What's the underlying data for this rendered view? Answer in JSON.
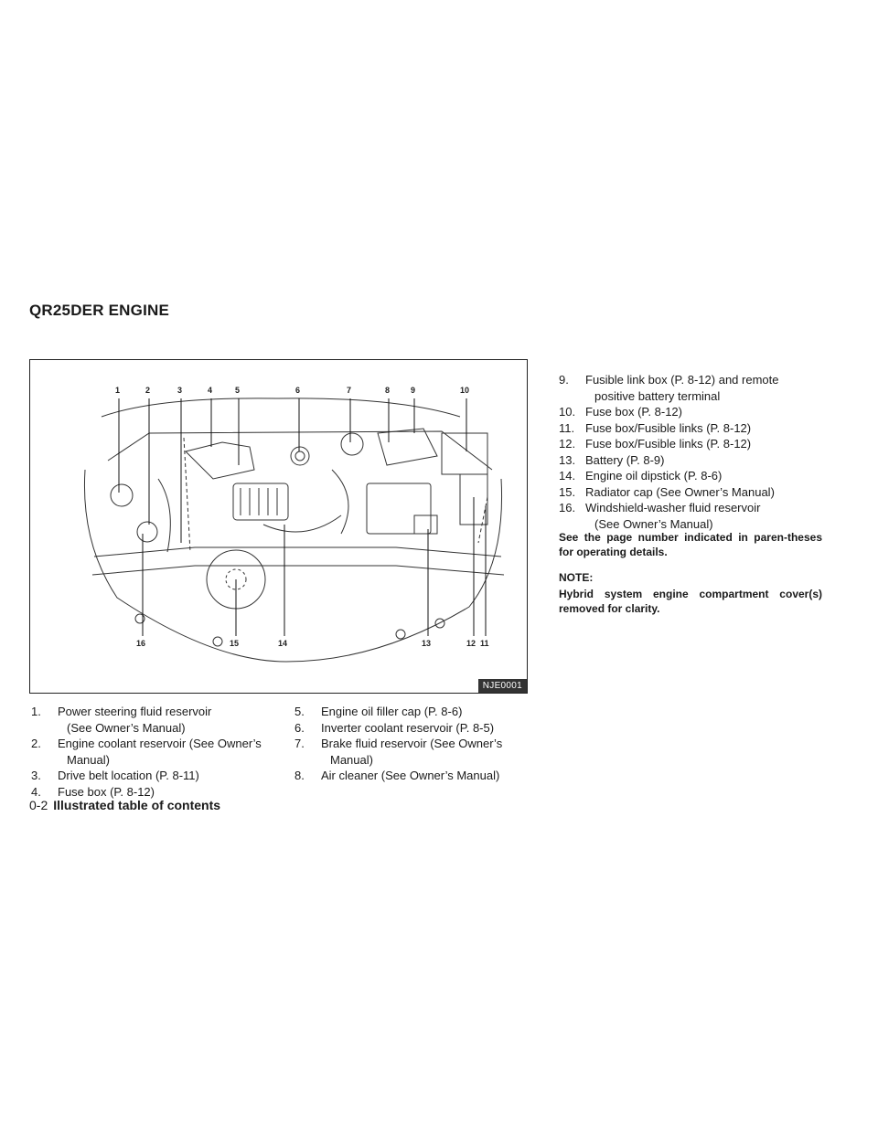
{
  "section": {
    "title": "QR25DER ENGINE"
  },
  "figure": {
    "code": "NJE0001",
    "callouts_top": [
      "1",
      "2",
      "3",
      "4",
      "5",
      "6",
      "7",
      "8",
      "9",
      "10"
    ],
    "callouts_bottom": [
      "16",
      "15",
      "14",
      "13",
      "12",
      "11"
    ]
  },
  "list_col1": [
    {
      "num": "1.",
      "text": "Power steering fluid reservoir",
      "cont": "(See Owner’s Manual)"
    },
    {
      "num": "2.",
      "text": "Engine coolant reservoir (See Owner’s",
      "cont": "Manual)"
    },
    {
      "num": "3.",
      "text": "Drive belt location (P. 8-11)",
      "cont": ""
    },
    {
      "num": "4.",
      "text": "Fuse box (P. 8-12)",
      "cont": ""
    }
  ],
  "list_col2": [
    {
      "num": "5.",
      "text": "Engine oil filler cap (P. 8-6)",
      "cont": ""
    },
    {
      "num": "6.",
      "text": "Inverter coolant reservoir (P. 8-5)",
      "cont": ""
    },
    {
      "num": "7.",
      "text": "Brake fluid reservoir (See Owner’s",
      "cont": "Manual)"
    },
    {
      "num": "8.",
      "text": "Air cleaner (See Owner’s Manual)",
      "cont": ""
    }
  ],
  "list_col3": [
    {
      "num": "9.",
      "text": "Fusible link box (P. 8-12) and remote",
      "cont": "positive battery terminal"
    },
    {
      "num": "10.",
      "text": "Fuse box (P. 8-12)",
      "cont": ""
    },
    {
      "num": "11.",
      "text": "Fuse box/Fusible links (P. 8-12)",
      "cont": ""
    },
    {
      "num": "12.",
      "text": "Fuse box/Fusible links (P. 8-12)",
      "cont": ""
    },
    {
      "num": "13.",
      "text": "Battery (P. 8-9)",
      "cont": ""
    },
    {
      "num": "14.",
      "text": "Engine oil dipstick (P. 8-6)",
      "cont": ""
    },
    {
      "num": "15.",
      "text": "Radiator cap (See Owner’s Manual)",
      "cont": ""
    },
    {
      "num": "16.",
      "text": "Windshield-washer fluid reservoir",
      "cont": "(See Owner’s Manual)"
    }
  ],
  "notes": {
    "see_page": "See the page number indicated in paren-theses for operating details.",
    "note_label": "NOTE:",
    "note_text": "Hybrid system engine compartment cover(s) removed for clarity."
  },
  "footer": {
    "page": "0-2",
    "title": "Illustrated table of contents"
  }
}
